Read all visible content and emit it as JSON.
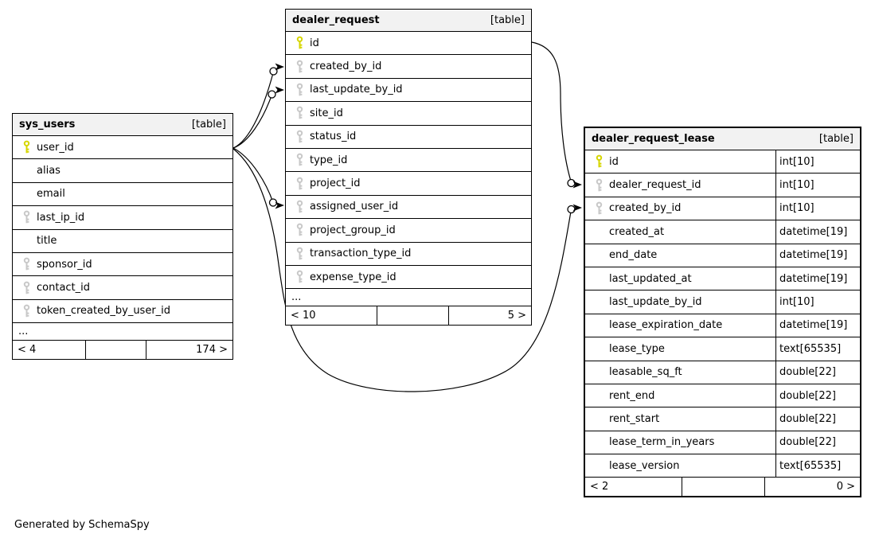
{
  "footer_note": "Generated by SchemaSpy",
  "colors": {
    "primary_key": "#d6d600",
    "foreign_key": "#c8c8c8",
    "header_bg": "#f2f2f2",
    "border": "#000000"
  },
  "tables": [
    {
      "title": "sys_users",
      "badge": "[table]",
      "columns": [
        {
          "name": "user_id",
          "icon": "primary-key"
        },
        {
          "name": "alias",
          "icon": "none"
        },
        {
          "name": "email",
          "icon": "none"
        },
        {
          "name": "last_ip_id",
          "icon": "foreign-key"
        },
        {
          "name": "title",
          "icon": "none"
        },
        {
          "name": "sponsor_id",
          "icon": "foreign-key"
        },
        {
          "name": "contact_id",
          "icon": "foreign-key"
        },
        {
          "name": "token_created_by_user_id",
          "icon": "foreign-key"
        },
        {
          "name": "...",
          "icon": "ellipsis"
        }
      ],
      "footer": {
        "left": "< 4",
        "middle": "",
        "right": "174 >"
      }
    },
    {
      "title": "dealer_request",
      "badge": "[table]",
      "columns": [
        {
          "name": "id",
          "icon": "primary-key"
        },
        {
          "name": "created_by_id",
          "icon": "foreign-key"
        },
        {
          "name": "last_update_by_id",
          "icon": "foreign-key"
        },
        {
          "name": "site_id",
          "icon": "foreign-key"
        },
        {
          "name": "status_id",
          "icon": "foreign-key"
        },
        {
          "name": "type_id",
          "icon": "foreign-key"
        },
        {
          "name": "project_id",
          "icon": "foreign-key"
        },
        {
          "name": "assigned_user_id",
          "icon": "foreign-key"
        },
        {
          "name": "project_group_id",
          "icon": "foreign-key"
        },
        {
          "name": "transaction_type_id",
          "icon": "foreign-key"
        },
        {
          "name": "expense_type_id",
          "icon": "foreign-key"
        },
        {
          "name": "...",
          "icon": "ellipsis"
        }
      ],
      "footer": {
        "left": "< 10",
        "middle": "",
        "right": "5 >"
      }
    },
    {
      "title": "dealer_request_lease",
      "badge": "[table]",
      "columns": [
        {
          "name": "id",
          "icon": "primary-key",
          "type": "int[10]"
        },
        {
          "name": "dealer_request_id",
          "icon": "foreign-key",
          "type": "int[10]"
        },
        {
          "name": "created_by_id",
          "icon": "foreign-key",
          "type": "int[10]"
        },
        {
          "name": "created_at",
          "icon": "none",
          "type": "datetime[19]"
        },
        {
          "name": "end_date",
          "icon": "none",
          "type": "datetime[19]"
        },
        {
          "name": "last_updated_at",
          "icon": "none",
          "type": "datetime[19]"
        },
        {
          "name": "last_update_by_id",
          "icon": "none",
          "type": "int[10]"
        },
        {
          "name": "lease_expiration_date",
          "icon": "none",
          "type": "datetime[19]"
        },
        {
          "name": "lease_type",
          "icon": "none",
          "type": "text[65535]"
        },
        {
          "name": "leasable_sq_ft",
          "icon": "none",
          "type": "double[22]"
        },
        {
          "name": "rent_end",
          "icon": "none",
          "type": "double[22]"
        },
        {
          "name": "rent_start",
          "icon": "none",
          "type": "double[22]"
        },
        {
          "name": "lease_term_in_years",
          "icon": "none",
          "type": "double[22]"
        },
        {
          "name": "lease_version",
          "icon": "none",
          "type": "text[65535]"
        }
      ],
      "footer": {
        "left": "< 2",
        "middle": "",
        "right": "0 >"
      }
    }
  ],
  "relationships": [
    {
      "from": "sys_users.user_id",
      "to": "dealer_request.created_by_id"
    },
    {
      "from": "sys_users.user_id",
      "to": "dealer_request.last_update_by_id"
    },
    {
      "from": "sys_users.user_id",
      "to": "dealer_request.assigned_user_id"
    },
    {
      "from": "sys_users.user_id",
      "to": "dealer_request_lease.created_by_id"
    },
    {
      "from": "dealer_request.id",
      "to": "dealer_request_lease.dealer_request_id"
    }
  ]
}
